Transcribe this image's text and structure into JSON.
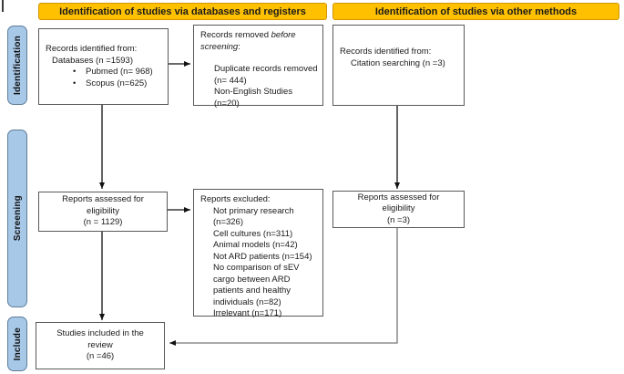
{
  "headers": [
    "Identification of studies via databases and registers",
    "Identification of studies via other methods"
  ],
  "stages": [
    "Identification",
    "Screening",
    "Include"
  ],
  "colors": {
    "header_bg": "#FFC000",
    "header_border": "#D29500",
    "stage_bg": "#A8C8E8",
    "stage_border": "#5F7D99",
    "box_border": "#595959",
    "arrow": "#111111"
  },
  "boxes": {
    "records_identified": {
      "line1": "Records identified from:",
      "line2": "Databases (n =1593)",
      "bullet_glyph": "•",
      "bullets": [
        "Pubmed (n= 968)",
        "Scopus (n=625)"
      ]
    },
    "records_removed": {
      "prefix": "Records removed ",
      "italic": "before screening",
      "suffix": ":",
      "lines": [
        "Duplicate records removed",
        "(n= 444)",
        "Non-English Studies",
        "(n=20)"
      ]
    },
    "citation_identified": {
      "line1": "Records identified from:",
      "line2": "Citation searching (n =3)"
    },
    "reports_assessed_databases": {
      "lines": [
        "Reports assessed for",
        "eligibility",
        "(n = 1129)"
      ]
    },
    "reports_excluded": {
      "title": "Reports excluded:",
      "lines": [
        "Not primary research",
        "(n=326)",
        "Cell cultures (n=311)",
        "Animal models (n=42)",
        "Not ARD patients (n=154)",
        "No comparison of sEV",
        "cargo between ARD",
        "patients and healthy",
        "individuals (n=82)",
        "Irrelevant (n=171)"
      ]
    },
    "reports_assessed_other": {
      "lines": [
        "Reports assessed for",
        "eligibility",
        "(n =3)"
      ]
    },
    "studies_included": {
      "lines": [
        "Studies included in the",
        "review",
        "(n =46)"
      ]
    }
  }
}
